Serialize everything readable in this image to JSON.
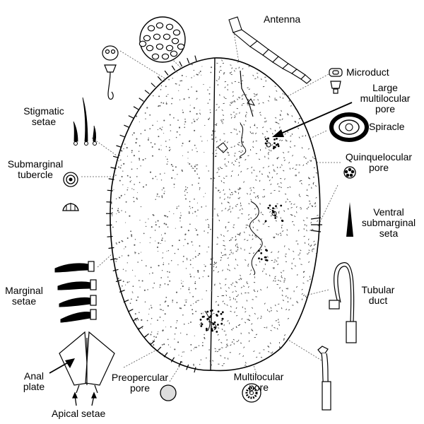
{
  "diagram": {
    "colors": {
      "ink": "#000000",
      "paper": "#ffffff",
      "leader": "#555555"
    },
    "labels": {
      "antenna": {
        "lines": [
          "Antenna"
        ]
      },
      "microduct": {
        "lines": [
          "Microduct"
        ]
      },
      "large_multilocular_pore": {
        "lines": [
          "Large",
          "multilocular",
          "pore"
        ]
      },
      "spiracle": {
        "lines": [
          "Spiracle"
        ]
      },
      "quinquelocular_pore": {
        "lines": [
          "Quinquelocular",
          "pore"
        ]
      },
      "ventral_submarginal_seta": {
        "lines": [
          "Ventral",
          "submarginal",
          "seta"
        ]
      },
      "tubular_duct": {
        "lines": [
          "Tubular",
          "duct"
        ]
      },
      "multilocular_pore": {
        "lines": [
          "Multilocular",
          "pore"
        ]
      },
      "preopercular_pore": {
        "lines": [
          "Preopercular",
          "pore"
        ]
      },
      "anal_plate": {
        "lines": [
          "Anal",
          "plate"
        ]
      },
      "apical_setae": {
        "lines": [
          "Apical setae"
        ]
      },
      "marginal_setae": {
        "lines": [
          "Marginal",
          "setae"
        ]
      },
      "submarginal_tubercle": {
        "lines": [
          "Submarginal",
          "tubercle"
        ]
      },
      "stigmatic_setae": {
        "lines": [
          "Stigmatic",
          "setae"
        ]
      }
    }
  }
}
